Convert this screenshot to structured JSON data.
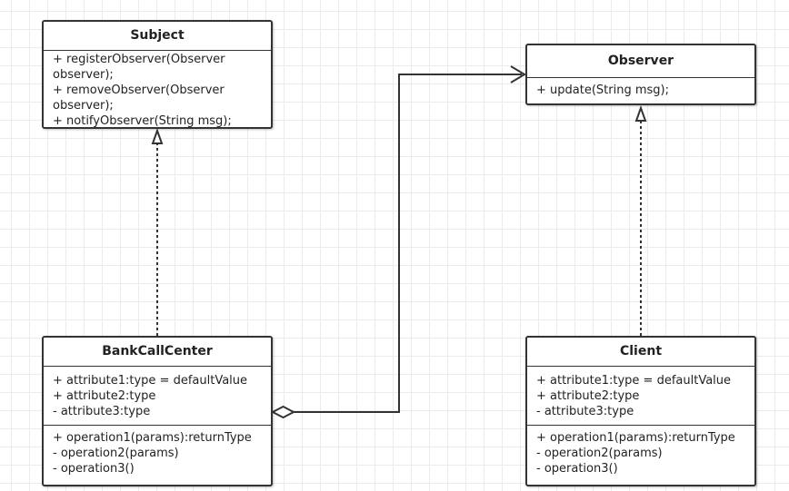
{
  "classes": {
    "subject": {
      "name": "Subject",
      "members": [
        "+ registerObserver(Observer observer);",
        "+ removeObserver(Observer observer);",
        "+ notifyObserver(String msg);"
      ]
    },
    "observer": {
      "name": "Observer",
      "members": [
        "+ update(String msg);"
      ]
    },
    "bankcallcenter": {
      "name": "BankCallCenter",
      "attributes": [
        "+ attribute1:type = defaultValue",
        "+ attribute2:type",
        "- attribute3:type"
      ],
      "operations": [
        "+ operation1(params):returnType",
        "- operation2(params)",
        "- operation3()"
      ]
    },
    "client": {
      "name": "Client",
      "attributes": [
        "+ attribute1:type = defaultValue",
        "+ attribute2:type",
        "- attribute3:type"
      ],
      "operations": [
        "+ operation1(params):returnType",
        "- operation2(params)",
        "- operation3()"
      ]
    }
  },
  "colors": {
    "line": "#333333",
    "grid": "#ebebeb",
    "box_fill": "#ffffff"
  }
}
